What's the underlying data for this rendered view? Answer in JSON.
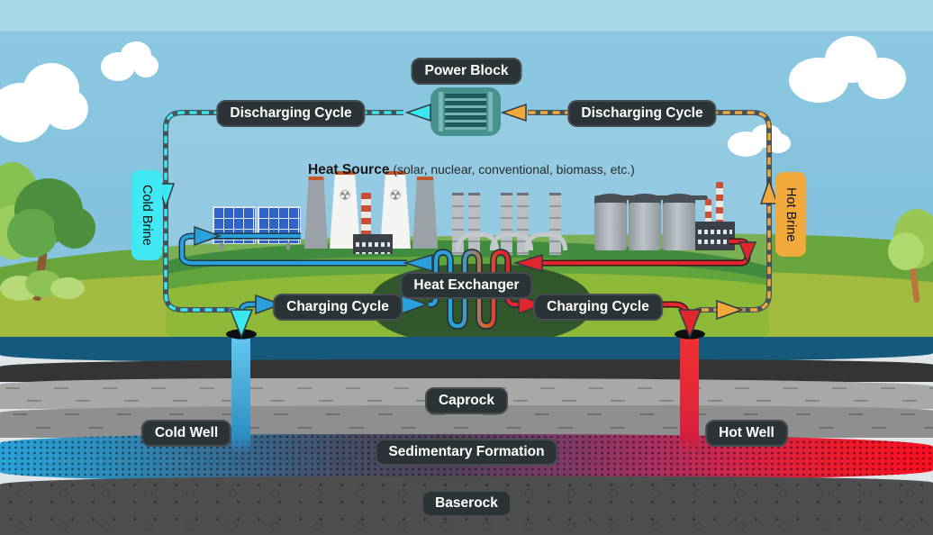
{
  "labels": {
    "power_block": "Power Block",
    "discharging_cycle": "Discharging Cycle",
    "charging_cycle": "Charging Cycle",
    "heat_exchanger": "Heat Exchanger",
    "cold_brine": "Cold Brine",
    "hot_brine": "Hot Brine",
    "cold_well": "Cold Well",
    "hot_well": "Hot Well",
    "caprock": "Caprock",
    "sedimentary_formation": "Sedimentary Formation",
    "baserock": "Baserock"
  },
  "heat_source": {
    "bold": "Heat Source",
    "detail": " (solar, nuclear, conventional, biomass, etc.)"
  },
  "colors": {
    "cold_accent": "#3ae6f0",
    "hot_accent": "#f2a93b",
    "cold_pipe": "#2aa1da",
    "hot_pipe": "#e02730",
    "label_bg": "#2c3336",
    "cold_plume": "#29a2d8",
    "hot_plume": "#ee1b2c",
    "sky": "#84c2dd",
    "grass": "#8db838"
  }
}
